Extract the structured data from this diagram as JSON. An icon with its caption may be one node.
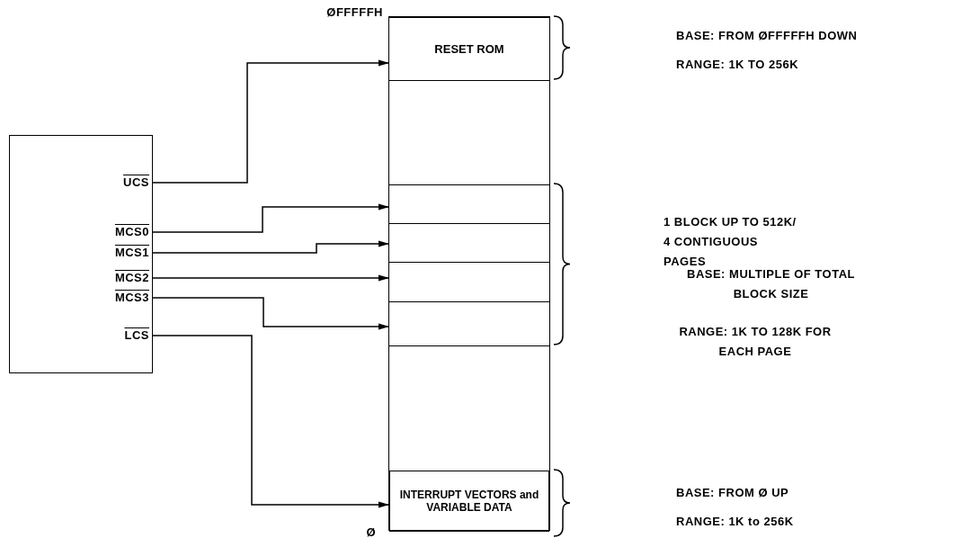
{
  "diagram": {
    "nodes": [
      {
        "text": [],
        "shape": "box"
      },
      {
        "text": [
          "UCS"
        ],
        "in": 0
      },
      {
        "text": [
          "MCS0"
        ],
        "in": 0
      },
      {
        "text": [
          "MCS1"
        ],
        "in": 0
      },
      {
        "text": [
          "MCS2"
        ],
        "in": 0
      },
      {
        "text": [
          "MCS3"
        ],
        "in": 0
      },
      {
        "text": [
          "LCS"
        ],
        "in": 0
      },
      {
        "text": [],
        "shape": "box",
        "beside": [
          "ØFFFFFH",
          "Ø"
        ]
      },
      {
        "text": [
          "RESET ROM"
        ],
        "in": 7
      },
      {
        "text": [],
        "shape": "box",
        "in": 7
      },
      {
        "text": [],
        "shape": "box",
        "in": 7
      },
      {
        "text": [],
        "shape": "box",
        "in": 7
      },
      {
        "text": [],
        "shape": "box",
        "in": 7
      },
      {
        "text": [],
        "shape": "box",
        "in": 7
      },
      {
        "text": [],
        "shape": "box",
        "in": 7
      },
      {
        "text": [
          "INTERRUPT VECTORS and VARIABLE DATA"
        ],
        "in": 7
      }
    ],
    "edges": [
      {
        "from": 1,
        "to": 8,
        "arrow": "to"
      },
      {
        "from": 2,
        "to": 10,
        "arrow": "to"
      },
      {
        "from": 3,
        "to": 11,
        "arrow": "to"
      },
      {
        "from": 4,
        "to": 12,
        "arrow": "to"
      },
      {
        "from": 5,
        "to": 13,
        "arrow": "to"
      },
      {
        "from": 6,
        "to": 15,
        "arrow": "to"
      }
    ],
    "labels": [
      "BASE: FROM ØFFFFFH DOWN",
      "RANGE: 1K TO 256K",
      "1 BLOCK UP TO 512K/ 4 CONTIGUOUS PAGES",
      "BASE: MULTIPLE OF TOTAL BLOCK SIZE",
      "RANGE: 1K TO 128K FOR EACH PAGE",
      "BASE: FROM Ø UP",
      "RANGE: 1K to 256K"
    ]
  }
}
